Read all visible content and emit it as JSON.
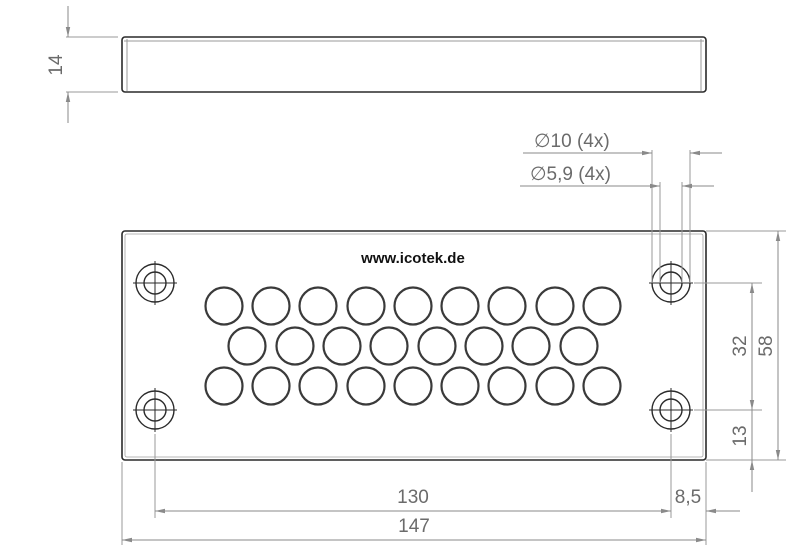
{
  "drawing": {
    "brand_text": "www.icotek.de",
    "colors": {
      "outline": "#2a2a2a",
      "dim_line": "#8a8a8a",
      "dim_text": "#6b6b6b"
    }
  },
  "side_view": {
    "thickness_label": "14"
  },
  "front_view": {
    "hole_rows": [
      {
        "row": 1,
        "count": 9
      },
      {
        "row": 2,
        "count": 8
      },
      {
        "row": 3,
        "count": 9
      }
    ],
    "mounting_holes": 4
  },
  "dimensions": {
    "outer_diameter_label": "∅10 (4x)",
    "inner_diameter_label": "∅5,9 (4x)",
    "height_label": "58",
    "hole_spacing_vertical_label": "32",
    "bottom_offset_label": "13",
    "hole_spacing_horizontal_label": "130",
    "edge_offset_label": "8,5",
    "width_label": "147"
  }
}
